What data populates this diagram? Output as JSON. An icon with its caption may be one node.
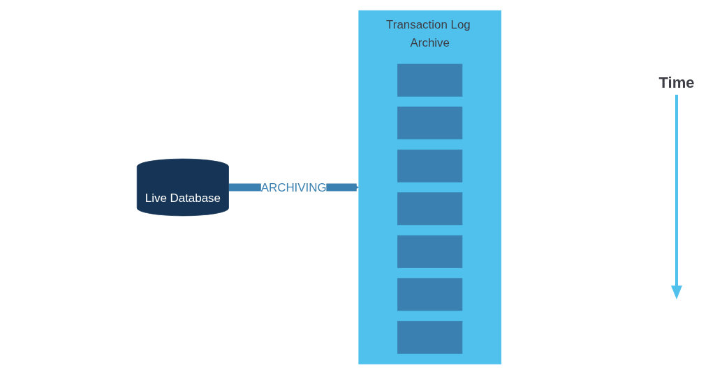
{
  "diagram": {
    "nodes": [
      {
        "text": [
          "Live Database"
        ]
      },
      {
        "text": [
          "Transaction Log Archive"
        ]
      },
      {
        "text": [],
        "shape": "box",
        "in": 1
      },
      {
        "text": [],
        "shape": "box",
        "in": 1
      },
      {
        "text": [],
        "shape": "box",
        "in": 1
      },
      {
        "text": [],
        "shape": "box",
        "in": 1
      },
      {
        "text": [],
        "shape": "box",
        "in": 1
      },
      {
        "text": [],
        "shape": "box",
        "in": 1
      },
      {
        "text": [],
        "shape": "box",
        "in": 1
      }
    ],
    "edges": [
      {
        "from": 0,
        "to": 1,
        "label": "ARCHIVING",
        "arrow": "to"
      }
    ],
    "labels": [
      "Time"
    ]
  }
}
